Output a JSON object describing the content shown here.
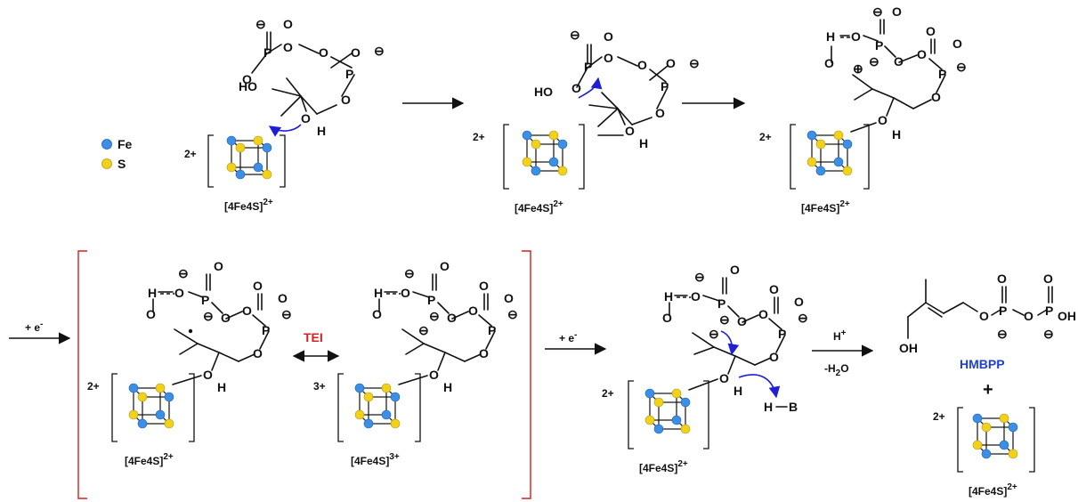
{
  "legend": [
    {
      "label": "Fe",
      "color": "#3b8fe8"
    },
    {
      "label": "S",
      "color": "#f2d11b"
    }
  ],
  "charge_2plus": "2+",
  "charge_3plus": "3+",
  "cluster_label_base": "[4Fe4S]",
  "cluster_charge_2": "2+",
  "cluster_charge_3": "3+",
  "arrow_labels": {
    "electron": "+ e",
    "electron_sup": "-",
    "proton": "H",
    "proton_sup": "+",
    "water": "-H",
    "water_sub": "2",
    "water_tail": "O",
    "tei": "TEI"
  },
  "product_name": "HMBPP",
  "plus_sign": "+",
  "colors": {
    "arrow_curly": "#1f1fd6",
    "tei_red": "#d42020",
    "bracket_red": "#d42020",
    "fe": "#3b8fe8",
    "s": "#f2d11b",
    "product_name": "#1f3fd6"
  },
  "atoms": {
    "P": "P",
    "O": "O",
    "H": "H",
    "HO": "HO",
    "OH": "OH",
    "B": "B",
    "minus": "⊖",
    "plus": "⊕"
  }
}
